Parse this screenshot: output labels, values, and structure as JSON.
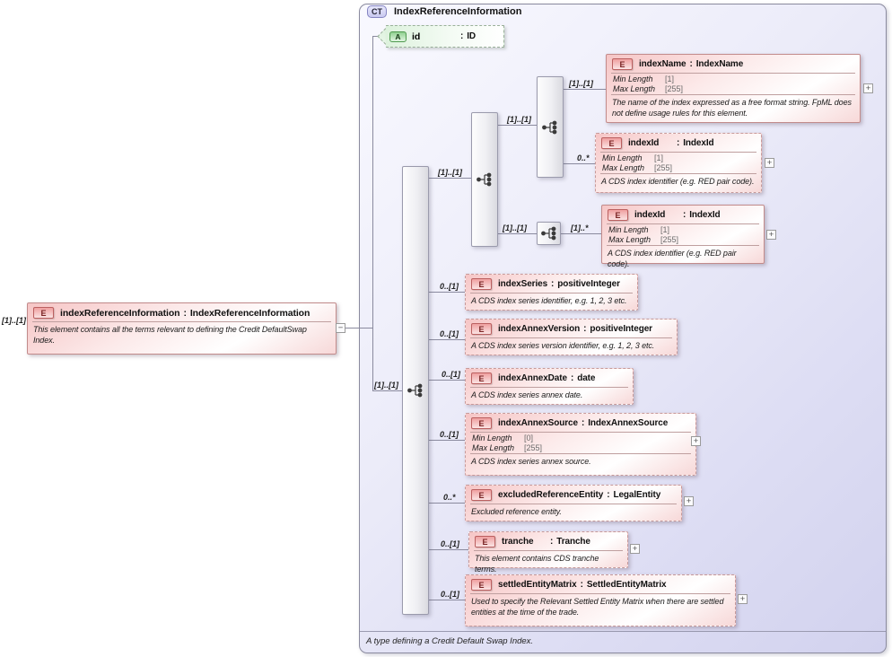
{
  "badges": {
    "complex_type": "CT",
    "element": "E",
    "attribute": "A"
  },
  "labels": {
    "type_separator": ":",
    "min_length": "Min Length",
    "max_length": "Max Length"
  },
  "icons": {
    "expand_glyph": "+",
    "collapse_glyph": "−"
  },
  "complex_type": {
    "title": "IndexReferenceInformation",
    "footer": "A type defining a Credit Default Swap Index.",
    "attribute": {
      "name": "id",
      "type": "ID"
    }
  },
  "root_element": {
    "name": "indexReferenceInformation",
    "type": "IndexReferenceInformation",
    "cardinality": "[1]..[1]",
    "description": "This element contains all the terms relevant to defining the Credit DefaultSwap Index."
  },
  "connectors": {
    "main_sequence": "[1]..[1]",
    "choice": "[1]..[1]",
    "inner_sequence_1": "[1]..[1]",
    "inner_sequence_2": "[1]..[1]"
  },
  "elements": [
    {
      "name": "indexName",
      "type": "IndexName",
      "cardinality": "[1]..[1]",
      "min_length": "[1]",
      "max_length": "[255]",
      "description": "The name of the index expressed as a free format string. FpML does not define usage rules for this element."
    },
    {
      "name": "indexId",
      "type": "IndexId",
      "cardinality": "0..*",
      "min_length": "[1]",
      "max_length": "[255]",
      "description": "A CDS index identifier (e.g. RED pair code)."
    },
    {
      "name": "indexId",
      "type": "IndexId",
      "cardinality": "[1]..*",
      "min_length": "[1]",
      "max_length": "[255]",
      "description": "A CDS index identifier (e.g. RED pair code)."
    },
    {
      "name": "indexSeries",
      "type": "positiveInteger",
      "cardinality": "0..[1]",
      "description": "A CDS index series identifier, e.g. 1, 2, 3 etc."
    },
    {
      "name": "indexAnnexVersion",
      "type": "positiveInteger",
      "cardinality": "0..[1]",
      "description": "A CDS index series version identifier, e.g. 1, 2, 3 etc."
    },
    {
      "name": "indexAnnexDate",
      "type": "date",
      "cardinality": "0..[1]",
      "description": "A CDS index series annex date."
    },
    {
      "name": "indexAnnexSource",
      "type": "IndexAnnexSource",
      "cardinality": "0..[1]",
      "min_length": "[0]",
      "max_length": "[255]",
      "description": "A CDS index series annex source."
    },
    {
      "name": "excludedReferenceEntity",
      "type": "LegalEntity",
      "cardinality": "0..*",
      "description": "Excluded reference entity."
    },
    {
      "name": "tranche",
      "type": "Tranche",
      "cardinality": "0..[1]",
      "description": "This element contains CDS tranche terms."
    },
    {
      "name": "settledEntityMatrix",
      "type": "SettledEntityMatrix",
      "cardinality": "0..[1]",
      "description": "Used to specify the Relevant Settled Entity Matrix when there are settled entities at the time of the trade."
    }
  ]
}
